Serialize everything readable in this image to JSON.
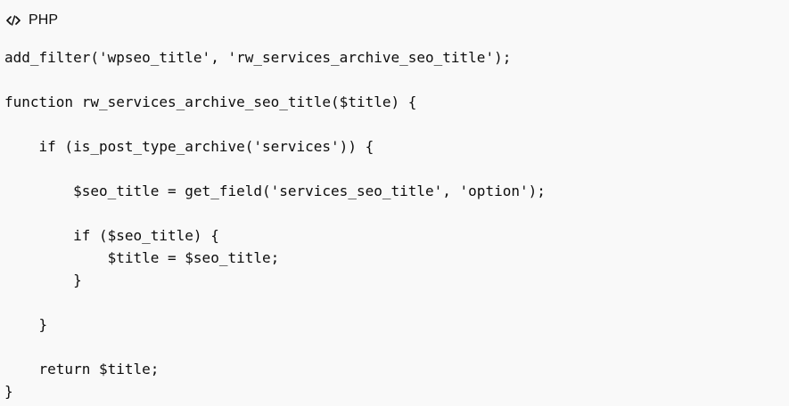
{
  "code_block": {
    "language_label": "PHP",
    "icon": "code-icon",
    "lines": [
      "add_filter('wpseo_title', 'rw_services_archive_seo_title');",
      "",
      "function rw_services_archive_seo_title($title) {",
      "",
      "    if (is_post_type_archive('services')) {",
      "",
      "        $seo_title = get_field('services_seo_title', 'option');",
      "",
      "        if ($seo_title) {",
      "            $title = $seo_title;",
      "        }",
      "",
      "    }",
      "",
      "    return $title;",
      "}"
    ]
  }
}
